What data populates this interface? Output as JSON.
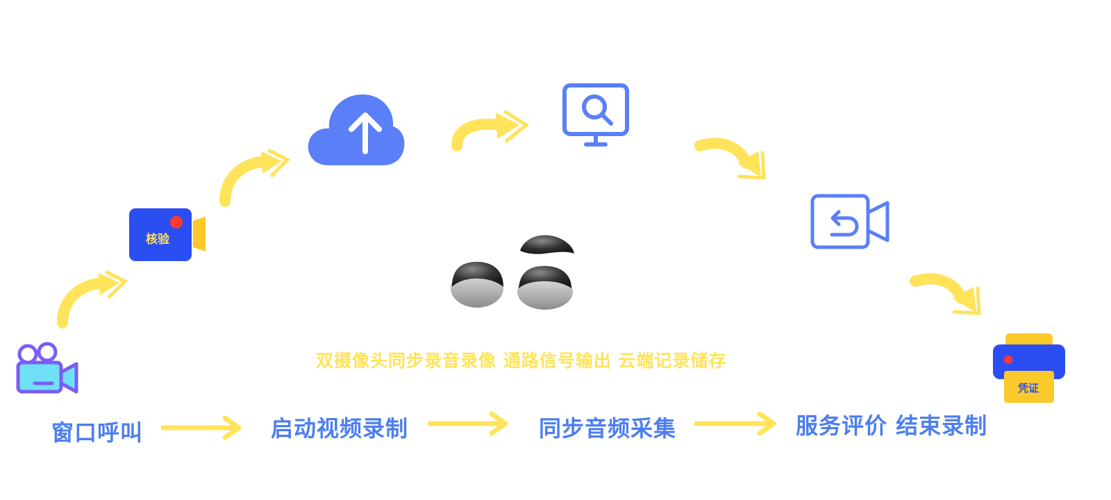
{
  "colors": {
    "accent_blue": "#5a7ff7",
    "deep_blue": "#2b4ef2",
    "arrow_yellow": "#ffe35a",
    "badge_yellow": "#fcc92a",
    "record_red": "#ff3b30",
    "label_blue": "#4d7ef0"
  },
  "icons": {
    "verify_camera": {
      "label": "核验",
      "icon": "video-camera-icon"
    },
    "cloud": {
      "icon": "cloud-upload-icon"
    },
    "monitor": {
      "icon": "monitor-search-icon"
    },
    "replay_camera": {
      "icon": "camera-replay-icon"
    },
    "printer": {
      "label": "凭证",
      "icon": "printer-icon"
    },
    "film_camera": {
      "icon": "film-camera-icon"
    },
    "device": {
      "icon": "dome-camera-device"
    }
  },
  "tagline": "双摄像头同步录音录像 通路信号输出 云端记录储存",
  "steps": [
    {
      "label": "窗口呼叫"
    },
    {
      "label": "启动视频录制"
    },
    {
      "label": "同步音频采集"
    },
    {
      "label": "服务评价 结束录制"
    }
  ]
}
